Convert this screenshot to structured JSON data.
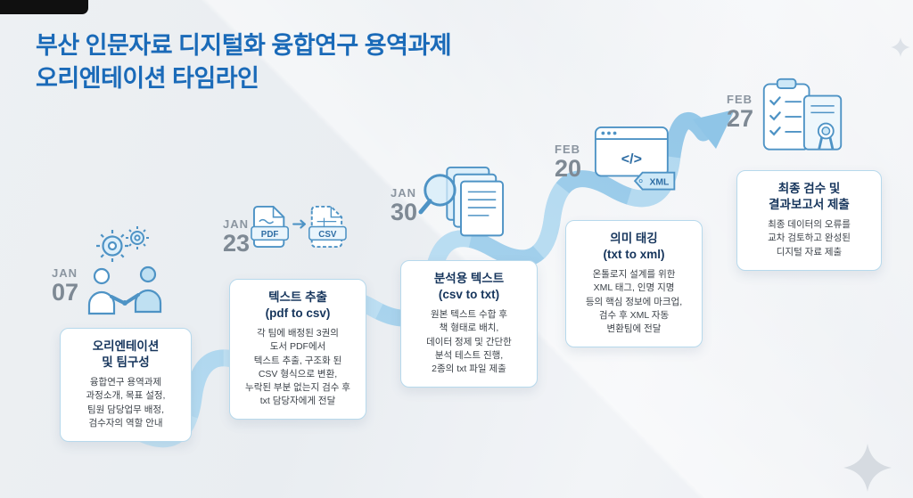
{
  "header": {
    "title_line1": "부산 인문자료 디지털화 융합연구 용역과제",
    "title_line2": "오리엔테이션 타임라인"
  },
  "icon_labels": {
    "pdf": "PDF",
    "csv": "CSV",
    "xml": "XML",
    "code": "</>"
  },
  "milestones": [
    {
      "month": "JAN",
      "day": "07",
      "title": "오리엔테이션\n및 팀구성",
      "body": "융합연구 용역과제\n과정소개, 목표 설정,\n팀원 담당업무 배정,\n검수자의 역할 안내",
      "icon": "team-handshake-gears"
    },
    {
      "month": "JAN",
      "day": "23",
      "title": "텍스트 추출\n(pdf to csv)",
      "body": "각 팀에 배정된 3권의\n도서 PDF에서\n텍스트 추출, 구조화 된\nCSV 형식으로 변환,\n누락된 부분 없는지 검수 후\ntxt 담당자에게 전달",
      "icon": "pdf-to-csv"
    },
    {
      "month": "JAN",
      "day": "30",
      "title": "분석용 텍스트\n(csv to txt)",
      "body": "원본 텍스트 수합 후\n책 형태로 배치,\n데이터 정제 및 간단한\n분석 테스트 진행,\n2종의 txt 파일 제출",
      "icon": "document-search"
    },
    {
      "month": "FEB",
      "day": "20",
      "title": "의미 태깅\n(txt to xml)",
      "body": "온톨로지 설계를 위한\nXML 태그, 인명 지명\n등의 핵심 정보에 마크업,\n검수 후 XML 자동\n변환팀에 전달",
      "icon": "code-window-xml"
    },
    {
      "month": "FEB",
      "day": "27",
      "title": "최종 검수 및\n결과보고서 제출",
      "body": "최종 데이터의 오류를\n교차 검토하고 완성된\n디지털 자료 제출",
      "icon": "report-checklist"
    }
  ],
  "colors": {
    "title_blue": "#1a6ab8",
    "ribbon_blue": "#9fd0ec",
    "icon_stroke_blue": "#4e93c5",
    "card_border_blue": "#b7d9ec",
    "card_title_navy": "#16355c",
    "date_gray": "#7e8994"
  }
}
